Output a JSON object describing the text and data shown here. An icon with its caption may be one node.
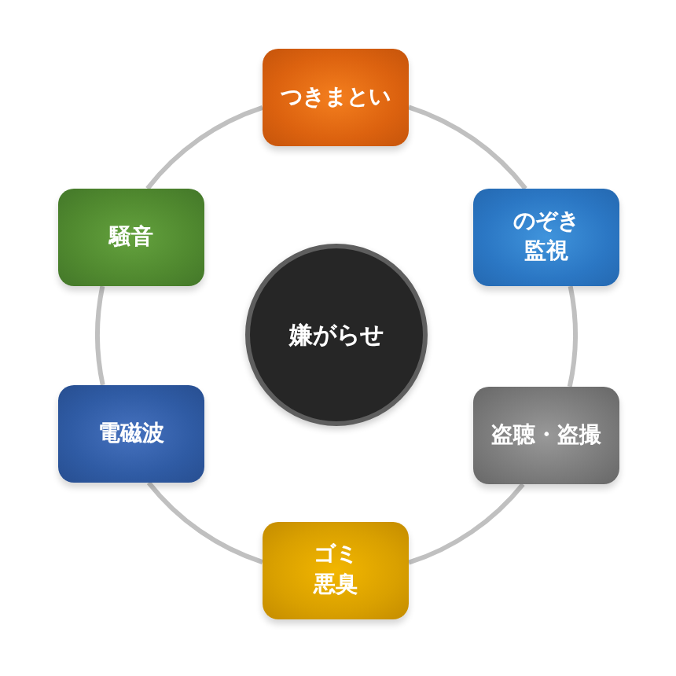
{
  "diagram": {
    "nodes": [
      {
        "text": [
          "つきまとい"
        ]
      },
      {
        "text": [
          "騒音"
        ]
      },
      {
        "text": [
          "のぞき監視"
        ]
      },
      {
        "text": [
          "嫌がらせ"
        ]
      },
      {
        "text": [
          "電磁波"
        ]
      },
      {
        "text": [
          "盗聴・盗撮"
        ]
      },
      {
        "text": [
          "ゴミ悪臭"
        ]
      }
    ],
    "edges": [
      {
        "from": 0,
        "to": 2,
        "arrow": "none"
      },
      {
        "from": 2,
        "to": 5,
        "arrow": "none"
      },
      {
        "from": 5,
        "to": 6,
        "arrow": "none"
      },
      {
        "from": 6,
        "to": 4,
        "arrow": "none"
      },
      {
        "from": 4,
        "to": 1,
        "arrow": "none"
      },
      {
        "from": 1,
        "to": 0,
        "arrow": "none"
      }
    ]
  }
}
